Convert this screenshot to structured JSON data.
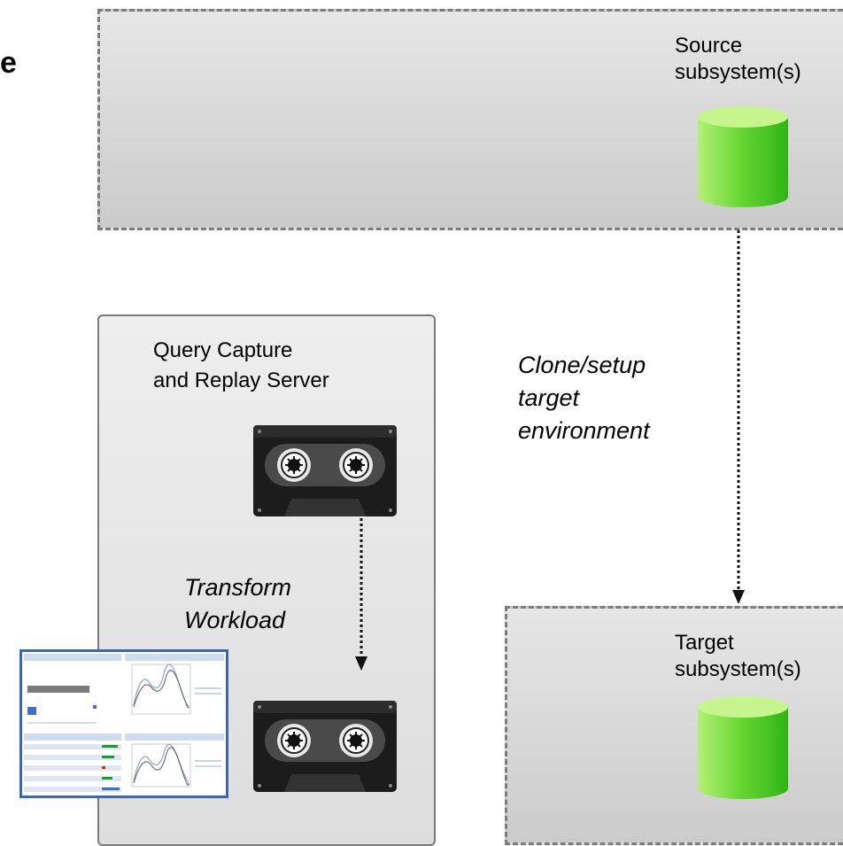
{
  "cut_letter": "e",
  "source_box": {
    "label_line1": "Source",
    "label_line2": "subsystem(s)"
  },
  "qcr_box": {
    "label_line1": "Query Capture",
    "label_line2": "and Replay Server"
  },
  "clone_label": {
    "line1": "Clone/setup",
    "line2": "target",
    "line3": "environment"
  },
  "transform_label": {
    "line1": "Transform",
    "line2": "Workload"
  },
  "target_box": {
    "label_line1": "Target",
    "label_line2": "subsystem(s)"
  },
  "colors": {
    "database_green": "#3ec81e",
    "tape_body": "#1c1c1c",
    "thumbnail_border": "#3c66ad"
  },
  "icons": [
    "database-icon",
    "cassette-tape-icon",
    "report-thumbnail-icon"
  ]
}
